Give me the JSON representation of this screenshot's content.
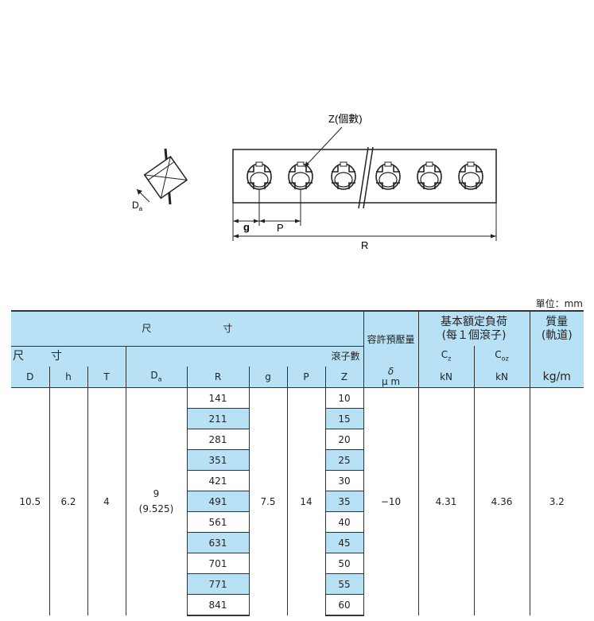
{
  "diagram": {
    "label_z": "Z(個數)",
    "label_g": "g",
    "label_p": "P",
    "label_r": "R",
    "label_da": "D",
    "label_da_sub": "a"
  },
  "unit_note": "單位：mm",
  "table": {
    "header": {
      "dims_title_left": "尺",
      "dims_title_right": "寸",
      "sub_left": "尺",
      "sub_right": "寸",
      "roller_count": "滾子數",
      "preload": "容許預壓量",
      "load_title": "基本額定負荷",
      "load_subtitle": "(每１個滾子)",
      "mass_title": "質量",
      "mass_subtitle": "(軌道)",
      "delta": "δ",
      "cz": "C",
      "cz_sub": "z",
      "coz": "C",
      "coz_sub": "oz",
      "cols": {
        "D": "D",
        "h": "h",
        "T": "T",
        "Da": "D",
        "Da_sub": "a",
        "R": "R",
        "g": "g",
        "P": "P",
        "Z": "Z",
        "delta_unit": "μ m",
        "cz_unit": "kN",
        "coz_unit": "kN",
        "mass_unit": "kg/m"
      }
    },
    "values": {
      "D": "10.5",
      "h": "6.2",
      "T": "4",
      "Da": "9",
      "Da_alt": "(9.525)",
      "g": "7.5",
      "P": "14",
      "delta": "−10",
      "cz": "4.31",
      "coz": "4.36",
      "mass": "3.2"
    },
    "rows": [
      {
        "R": "141",
        "Z": "10"
      },
      {
        "R": "211",
        "Z": "15"
      },
      {
        "R": "281",
        "Z": "20"
      },
      {
        "R": "351",
        "Z": "25"
      },
      {
        "R": "421",
        "Z": "30"
      },
      {
        "R": "491",
        "Z": "35"
      },
      {
        "R": "561",
        "Z": "40"
      },
      {
        "R": "631",
        "Z": "45"
      },
      {
        "R": "701",
        "Z": "50"
      },
      {
        "R": "771",
        "Z": "55"
      },
      {
        "R": "841",
        "Z": "60"
      }
    ]
  }
}
